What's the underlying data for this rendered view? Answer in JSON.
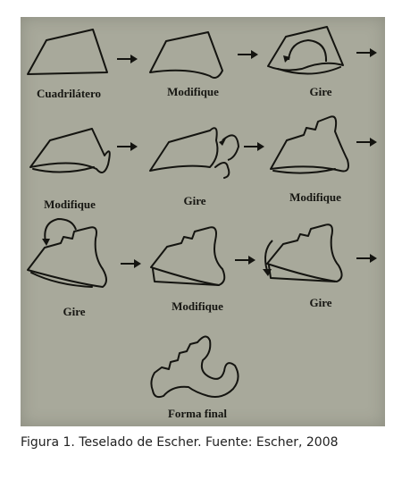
{
  "figure": {
    "steps": [
      {
        "label": "Cuadrilátero"
      },
      {
        "label": "Modifique"
      },
      {
        "label": "Gire"
      },
      {
        "label": "Modifique"
      },
      {
        "label": "Gire"
      },
      {
        "label": "Modifique"
      },
      {
        "label": "Gire"
      },
      {
        "label": "Modifique"
      },
      {
        "label": "Gire"
      },
      {
        "label": "Forma final"
      }
    ]
  },
  "caption": {
    "prefix": "Figura 1.",
    "text": "Teselado de Escher. Fuente: Escher, 2008"
  }
}
